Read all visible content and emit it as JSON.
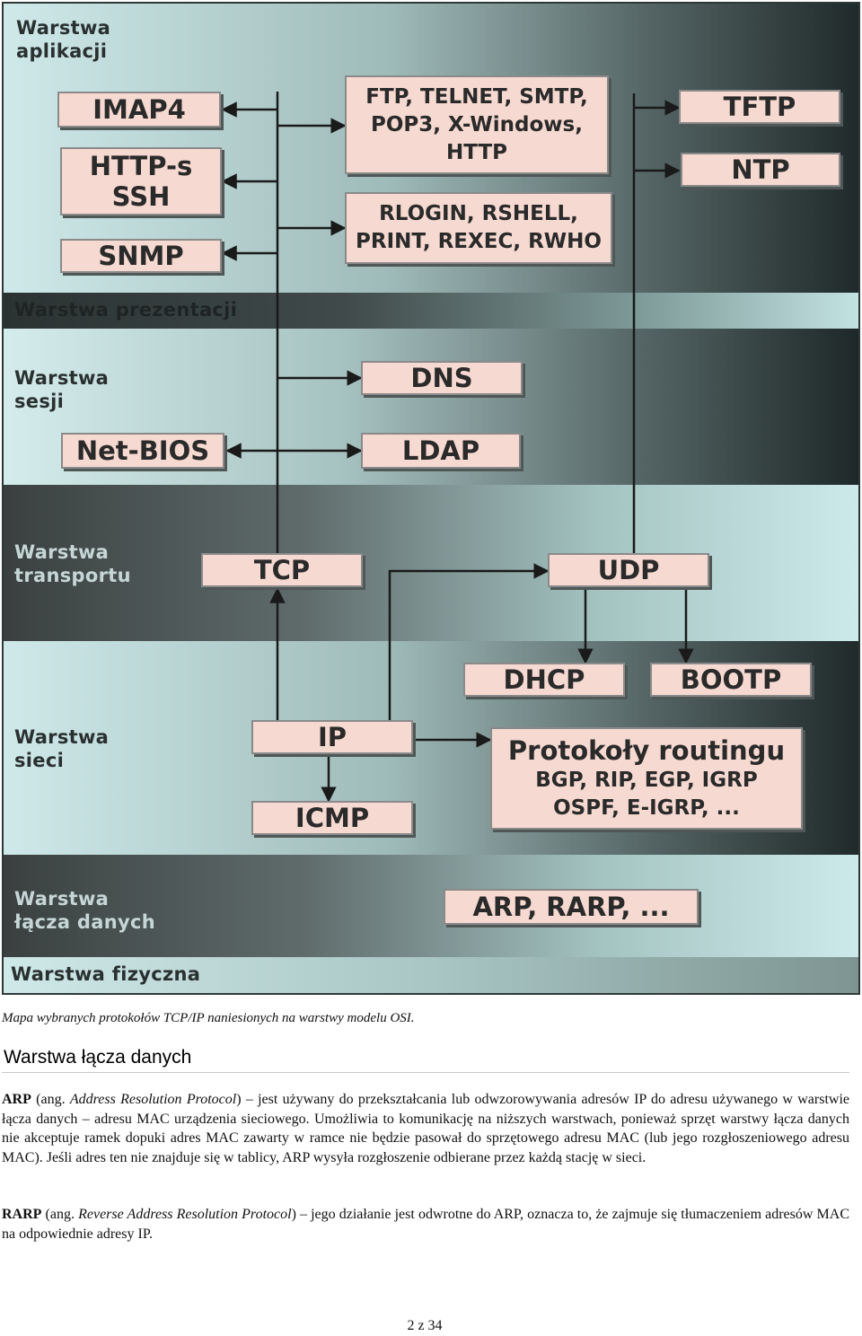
{
  "diagram": {
    "layers": {
      "application": "Warstwa\naplikacji",
      "presentation": "Warstwa prezentacji",
      "session": "Warstwa\nsesji",
      "transport": "Warstwa\ntransportu",
      "network": "Warstwa\nsieci",
      "datalink": "Warstwa\nłącza danych",
      "physical": "Warstwa fizyczna"
    },
    "boxes": {
      "imap4": "IMAP4",
      "https_ssh": "HTTP-s\nSSH",
      "snmp": "SNMP",
      "ftp_group": "FTP, TELNET, SMTP,\nPOP3, X-Windows,\nHTTP",
      "rlogin_group": "RLOGIN, RSHELL,\nPRINT, REXEC, RWHO",
      "tftp": "TFTP",
      "ntp": "NTP",
      "dns": "DNS",
      "netbios": "Net-BIOS",
      "ldap": "LDAP",
      "tcp": "TCP",
      "udp": "UDP",
      "dhcp": "DHCP",
      "bootp": "BOOTP",
      "ip": "IP",
      "icmp": "ICMP",
      "routing_title": "Protokoły routingu",
      "routing_list": "BGP, RIP, EGP, IGRP\nOSPF, E-IGRP, ...",
      "arp_rarp": "ARP, RARP, ..."
    }
  },
  "caption": "Mapa wybranych protokołów TCP/IP naniesionych na warstwy modelu OSI.",
  "section_title": "Warstwa łącza danych",
  "arp": {
    "term": "ARP",
    "pre": " (ang. ",
    "expansion": "Address Resolution Protocol",
    "body": ") – jest używany do przekształcania lub odwzorowywania adresów IP do adresu używanego w warstwie łącza danych – adresu MAC urządzenia sieciowego. Umożliwia to komunikację na niższych warstwach, ponieważ sprzęt warstwy łącza danych nie akceptuje ramek dopuki adres MAC zawarty w ramce nie będzie pasował do sprzętowego adresu MAC (lub jego rozgłoszeniowego adresu MAC). Jeśli adres ten nie znajduje się w tablicy, ARP wysyła rozgłoszenie odbierane przez każdą stację w sieci."
  },
  "rarp": {
    "term": "RARP",
    "pre": " (ang. ",
    "expansion": "Reverse Address Resolution Protocol",
    "body": ") – jego działanie jest odwrotne do ARP, oznacza to, że zajmuje się tłumaczeniem adresów MAC na odpowiednie adresy IP."
  },
  "page_number": "2 z 34"
}
